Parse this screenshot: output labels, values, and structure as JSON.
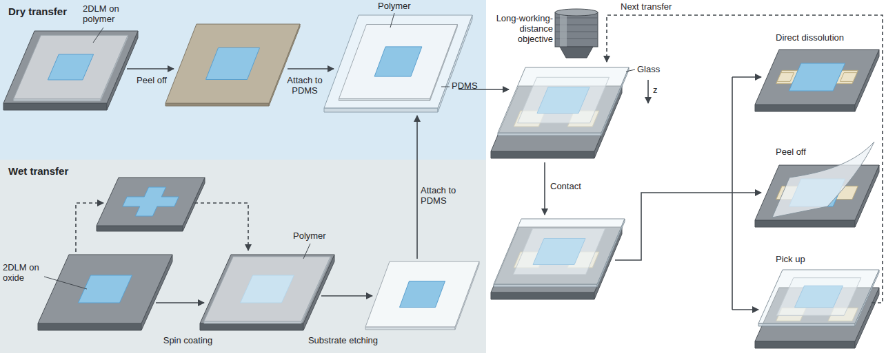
{
  "diagram": {
    "nodes": [
      {
        "text": [
          "Dry transfer"
        ]
      },
      {
        "text": [
          "Wet transfer"
        ]
      }
    ],
    "labels": [
      "2DLM on polymer",
      "Peel off",
      "Polymer",
      "PDMS",
      "Attach to PDMS",
      "Next transfer",
      "Long-working- distance objective",
      "Glass",
      "z",
      "Direct dissolution",
      "Peel off",
      "Pick up",
      "Contact",
      "2DLM on oxide",
      "Polymer",
      "Spin coating",
      "Substrate etching",
      "Attach to PDMS"
    ]
  }
}
